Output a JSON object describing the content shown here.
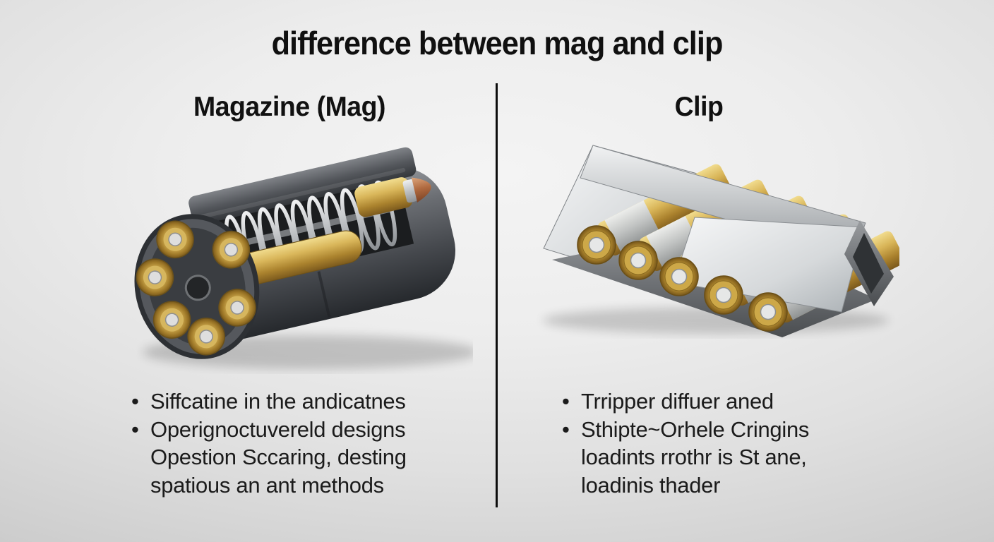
{
  "title": "difference between mag and clip",
  "divider_color": "#0d0d0d",
  "background": {
    "center": "#f4f4f4",
    "edge": "#b3b3b3"
  },
  "left": {
    "heading": "Magazine (Mag)",
    "image": "magazine-cutaway-render",
    "lines": [
      {
        "marker": "•",
        "text": "Siffcatine in the andicatnes"
      },
      {
        "marker": "•",
        "text": "Operignoctuvereld designs"
      },
      {
        "marker": "",
        "text": "Opestion Sccaring, desting"
      },
      {
        "marker": "",
        "text": "spatious an ant methods"
      }
    ]
  },
  "right": {
    "heading": "Clip",
    "image": "stripper-clip-render",
    "lines": [
      {
        "marker": "•",
        "text": "Trripper diffuer aned"
      },
      {
        "marker": "•",
        "text": "Sthipte~Orhele Cringins"
      },
      {
        "marker": "",
        "text": "loadints rrothr is St ane,"
      },
      {
        "marker": "",
        "text": "loadinis thader"
      }
    ]
  },
  "colors": {
    "text": "#1b1b1b",
    "heading_text": "#111111",
    "brass": "#d8b457",
    "copper": "#b06a40",
    "gunmetal": "#46494e",
    "silver": "#c9ccce"
  }
}
